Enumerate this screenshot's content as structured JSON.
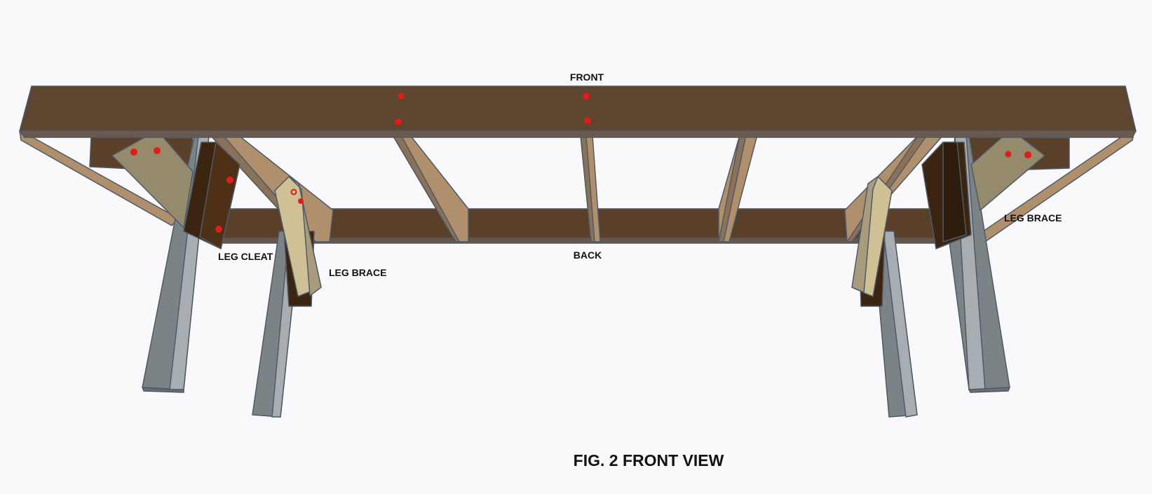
{
  "labels": {
    "front": "FRONT",
    "back": "BACK",
    "leg_cleat": "LEG CLEAT",
    "leg_brace_left": "LEG BRACE",
    "leg_brace_right": "LEG BRACE"
  },
  "caption": "FIG. 2 FRONT VIEW",
  "colors": {
    "background": "#f9f9fb",
    "front_board": "#5e4530",
    "back_board": "#5a4029",
    "brace_light": "#b08f6c",
    "brace_shadow": "#8a7157",
    "leg_grey": "#7c8387",
    "leg_light": "#a7adb0",
    "cleat_dark": "#3b2410",
    "gusset": "#958a6c",
    "hole_red": "#e21b1b",
    "outline": "#4e5a66"
  },
  "icons": {
    "holes": "red-dot"
  }
}
